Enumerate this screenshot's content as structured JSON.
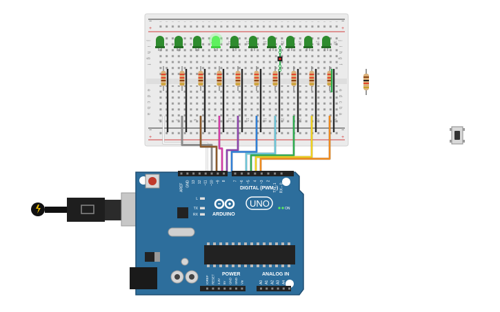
{
  "colors": {
    "background": "#ffffff",
    "breadboard": "#ebebeb",
    "rail_red": "#d23b3b",
    "rail_black": "#333333",
    "board": "#2d6e9c",
    "board_dark": "#1f4f73",
    "led_on": "#5ef05e",
    "led_off": "#2e8b2e",
    "resistor": "#d9b07a"
  },
  "breadboard": {
    "row_letters_top": [
      "j",
      "i",
      "h",
      "g",
      "f"
    ],
    "row_letters_bottom": [
      "e",
      "d",
      "c",
      "b",
      "a"
    ],
    "column_labels": [
      "1",
      "3",
      "6",
      "9",
      "12",
      "15",
      "18",
      "21",
      "24",
      "27",
      "30"
    ],
    "leds": [
      {
        "state": "off",
        "icon": "led-icon"
      },
      {
        "state": "off",
        "icon": "led-icon"
      },
      {
        "state": "off",
        "icon": "led-icon"
      },
      {
        "state": "on",
        "icon": "led-icon"
      },
      {
        "state": "off",
        "icon": "led-icon"
      },
      {
        "state": "off",
        "icon": "led-icon"
      },
      {
        "state": "off",
        "icon": "led-icon"
      },
      {
        "state": "off",
        "icon": "led-icon"
      },
      {
        "state": "off",
        "icon": "led-icon"
      },
      {
        "state": "off",
        "icon": "led-icon"
      }
    ]
  },
  "wires": [
    {
      "color": "#f2f2f2",
      "pin": "13"
    },
    {
      "color": "#8a8a8a",
      "pin": "12"
    },
    {
      "color": "#8b5a2b",
      "pin": "11"
    },
    {
      "color": "#d63aa8",
      "pin": "10"
    },
    {
      "color": "#8e44ad",
      "pin": "9"
    },
    {
      "color": "#2f7fd8",
      "pin": "8"
    },
    {
      "color": "#6cc6d9",
      "pin": "7"
    },
    {
      "color": "#2eae4f",
      "pin": "6"
    },
    {
      "color": "#f2d21b",
      "pin": "5"
    },
    {
      "color": "#f08a1c",
      "pin": "4"
    }
  ],
  "arduino": {
    "brand": "ARDUINO",
    "model": "UNO",
    "digital_header": "DIGITAL (PWM~)",
    "digital_pins": [
      "AREF",
      "GND",
      "13",
      "12",
      "~11",
      "~10",
      "~9",
      "8",
      "7",
      "~6",
      "~5",
      "4",
      "~3",
      "2",
      "TX→1",
      "RX←0"
    ],
    "led_labels": [
      "L",
      "TX",
      "RX"
    ],
    "on_label": "ON",
    "power_header": "POWER",
    "power_pins": [
      "IOREF",
      "RESET",
      "3.3V",
      "5V",
      "GND",
      "GND",
      "Vin"
    ],
    "analog_header": "ANALOG IN",
    "analog_pins": [
      "A0",
      "A1",
      "A2",
      "A3",
      "A4",
      "A5"
    ]
  },
  "loose_parts": {
    "resistor_icon": "resistor-icon",
    "pushbutton_icon": "pushbutton-icon",
    "usb_icon": "usb-icon"
  }
}
